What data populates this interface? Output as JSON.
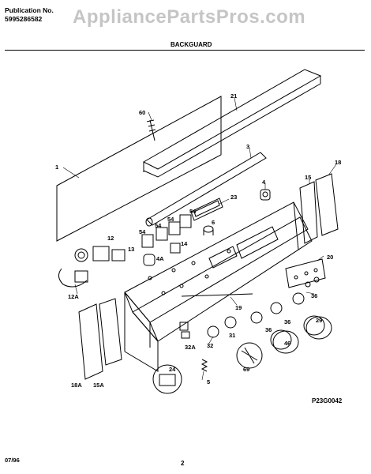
{
  "header": {
    "publication_label": "Publication No.",
    "publication_number": "5995286582",
    "watermark": "AppliancePartsPros.com",
    "section_title": "BACKGUARD"
  },
  "callouts": [
    "60",
    "21",
    "1",
    "3",
    "4",
    "23",
    "15",
    "18",
    "54",
    "54",
    "54",
    "12",
    "13",
    "54",
    "14",
    "4A",
    "6",
    "20",
    "12A",
    "19",
    "36",
    "36",
    "36",
    "29",
    "32A",
    "31",
    "32",
    "46",
    "69",
    "24",
    "5",
    "18A",
    "15A"
  ],
  "figure_code": "P23G0042",
  "footer": {
    "date": "07/96",
    "page": "2"
  }
}
